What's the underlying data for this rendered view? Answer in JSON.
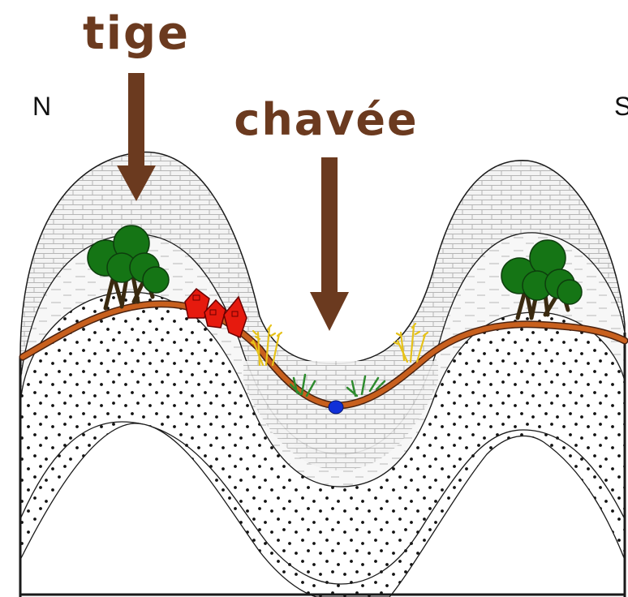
{
  "labels": {
    "tige": "tige",
    "chavee": "chavée",
    "north": "N",
    "south": "S"
  },
  "colors": {
    "label": "#6b3a1f",
    "arrow": "#6b3a1f",
    "soil_line": "#c8601e",
    "soil_line_edge": "#4a2210",
    "tree": "#157515",
    "house": "#e61a0e",
    "wheat": "#e6c21a",
    "grass": "#2e8b2e",
    "water": "#1030d8",
    "outline": "#1a1a1a",
    "limestone_fill": "#f2f2f2"
  },
  "icons": [
    "tree-icon",
    "house-icon",
    "wheat-icon",
    "grass-icon",
    "spring-icon"
  ]
}
